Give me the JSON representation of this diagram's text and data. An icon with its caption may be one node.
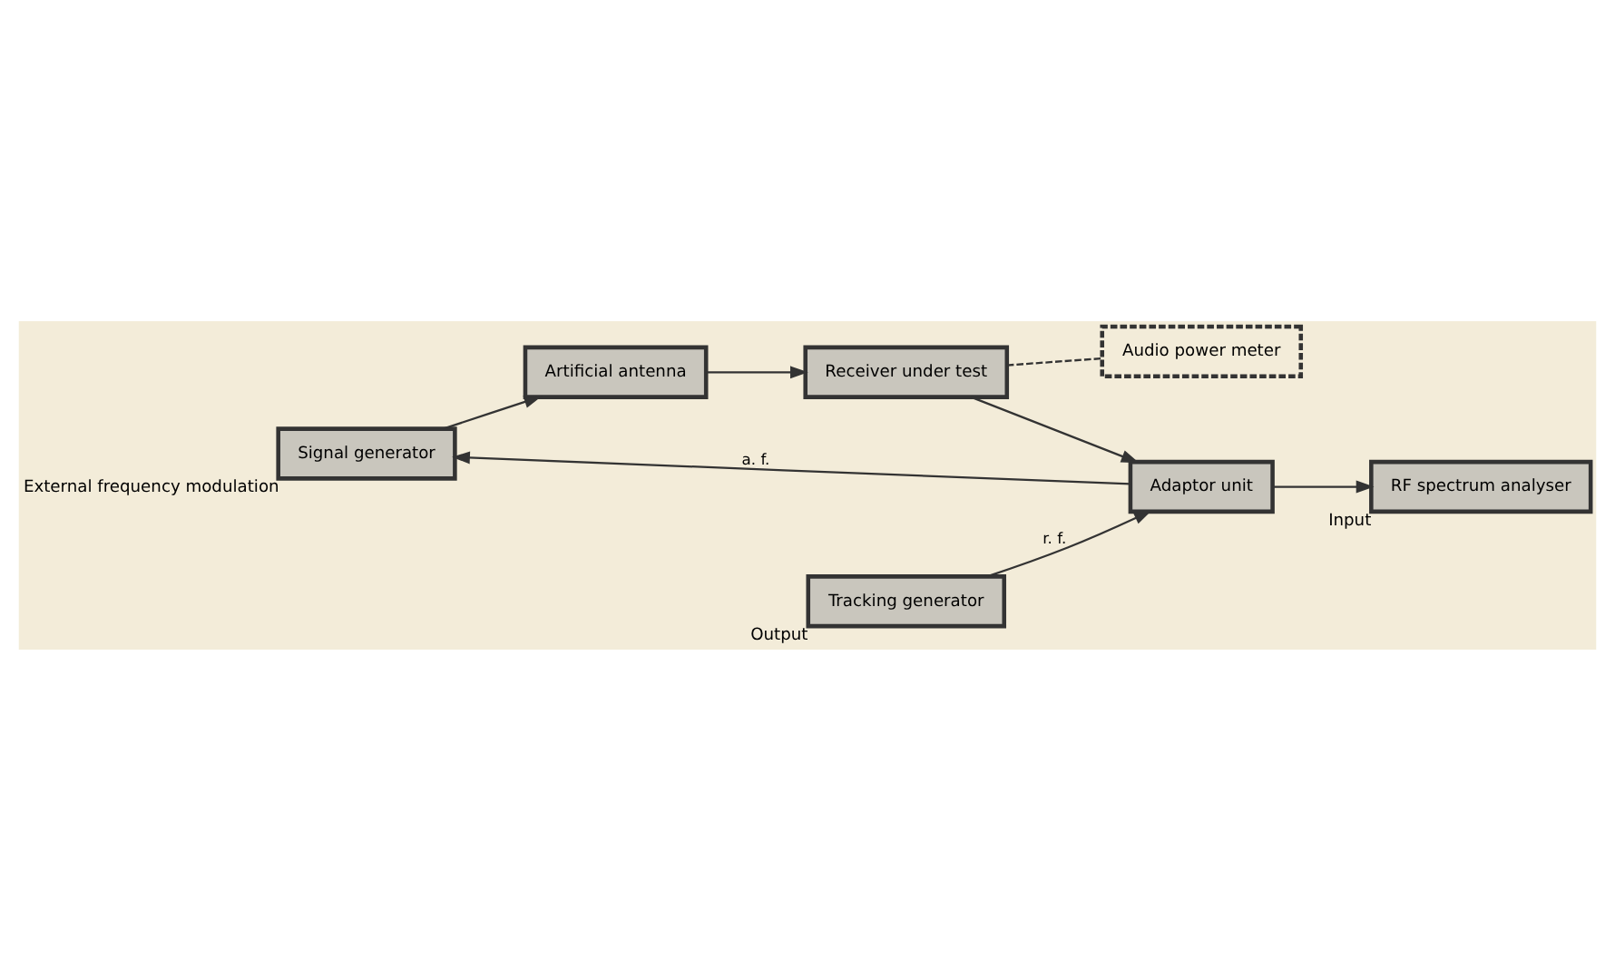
{
  "diagram": {
    "nodes": [
      {
        "text": [
          "Signal generator"
        ],
        "beside": [
          "External frequency modulation"
        ]
      },
      {
        "text": [
          "Artificial antenna"
        ]
      },
      {
        "text": [
          "Receiver under test"
        ]
      },
      {
        "text": [
          "Audio power meter"
        ]
      },
      {
        "text": [
          "Adaptor unit"
        ]
      },
      {
        "text": [
          "Tracking generator"
        ],
        "beside": [
          "Output"
        ]
      },
      {
        "text": [
          "RF spectrum analyser"
        ],
        "beside": [
          "Input"
        ]
      }
    ],
    "edges": [
      {
        "from": 0,
        "to": 1,
        "arrow": "to"
      },
      {
        "from": 1,
        "to": 2,
        "arrow": "to"
      },
      {
        "from": 2,
        "to": 3,
        "arrow": "none",
        "style": "dashed"
      },
      {
        "from": 2,
        "to": 4,
        "arrow": "to"
      },
      {
        "from": 4,
        "to": 0,
        "arrow": "to",
        "label": "a. f."
      },
      {
        "from": 5,
        "to": 4,
        "arrow": "to",
        "label": "r. f."
      },
      {
        "from": 4,
        "to": 6,
        "arrow": "to"
      }
    ]
  }
}
